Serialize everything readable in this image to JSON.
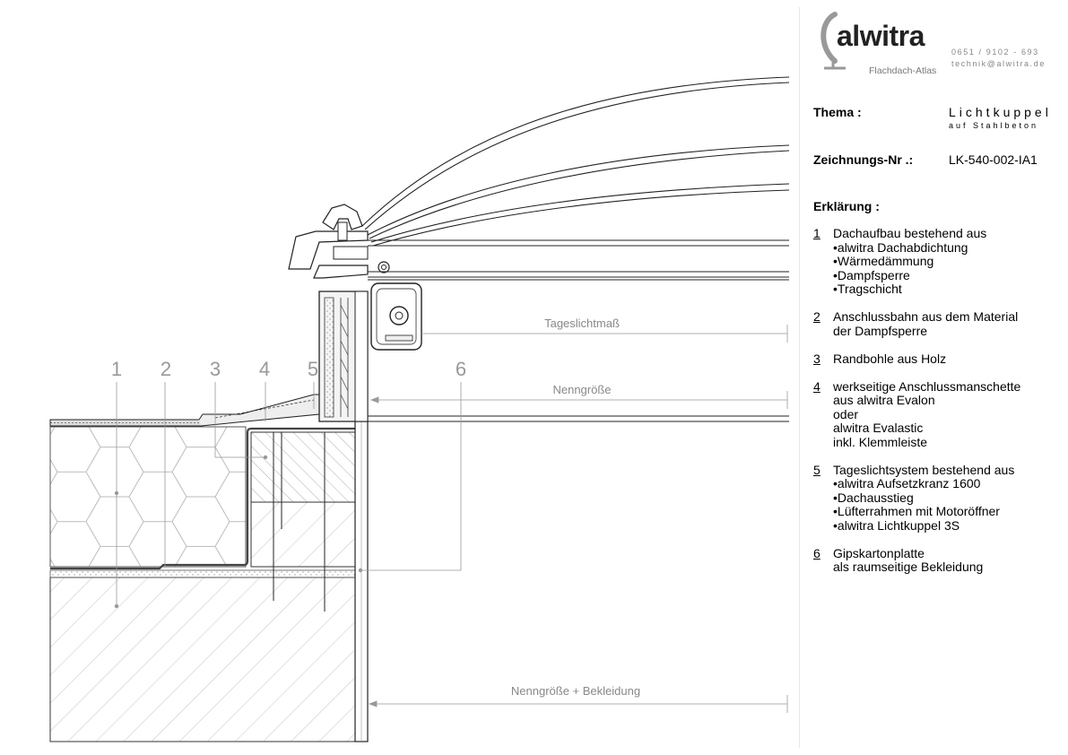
{
  "brand": {
    "name": "alwitra",
    "subtitle": "Flachdach-Atlas",
    "phone": "0651 / 9102 - 693",
    "email": "technik@alwitra.de"
  },
  "meta": {
    "thema_label": "Thema :",
    "thema_value": "Lichtkuppel",
    "thema_sub": "auf Stahlbeton",
    "drawing_label": "Zeichnungs-Nr .:",
    "drawing_value": "LK-540-002-IA1",
    "legend_title": "Erklärung :"
  },
  "legend": [
    {
      "num": "1",
      "text": "Dachaufbau bestehend aus",
      "bullets": [
        "alwitra Dachabdichtung",
        "Wärmedämmung",
        "Dampfsperre",
        "Tragschicht"
      ]
    },
    {
      "num": "2",
      "lines": [
        "Anschlussbahn aus dem Material",
        "der Dampfsperre"
      ]
    },
    {
      "num": "3",
      "lines": [
        "Randbohle aus Holz"
      ]
    },
    {
      "num": "4",
      "lines": [
        "werkseitige Anschlussmanschette",
        "aus alwitra Evalon",
        "oder",
        "alwitra Evalastic",
        "inkl. Klemmleiste"
      ]
    },
    {
      "num": "5",
      "text": "Tageslichtsystem bestehend aus",
      "bullets": [
        "alwitra Aufsetzkranz 1600",
        "Dachausstieg",
        "Lüfterrahmen mit Motoröffner",
        "alwitra Lichtkuppel 3S"
      ]
    },
    {
      "num": "6",
      "lines": [
        "Gipskartonplatte",
        "als raumseitige Bekleidung"
      ]
    }
  ],
  "drawing": {
    "callouts": [
      "1",
      "2",
      "3",
      "4",
      "5",
      "6"
    ],
    "dim_tageslicht": "Tageslichtmaß",
    "dim_nenn": "Nenngröße",
    "dim_nenn_bekl": "Nenngröße + Bekleidung"
  }
}
